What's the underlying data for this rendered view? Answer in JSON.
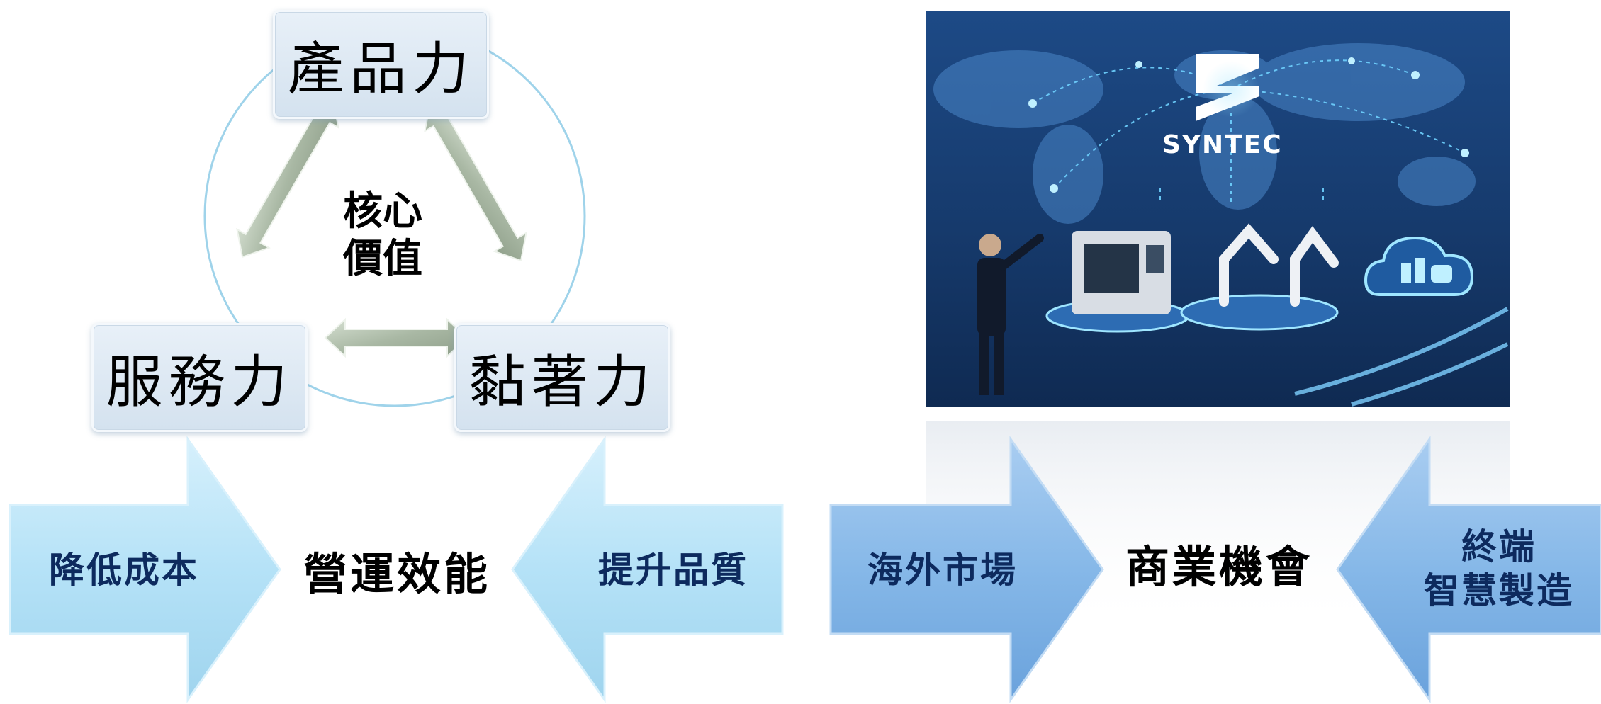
{
  "cycle": {
    "center_label": "核心\n價值",
    "top_box": "產品力",
    "left_box": "服務力",
    "right_box": "黏著力"
  },
  "efficiency": {
    "left_arrow_label": "降低成本",
    "center_label": "營運效能",
    "right_arrow_label": "提升品質"
  },
  "business": {
    "left_arrow_label": "海外市場",
    "center_label": "商業機會",
    "right_arrow_label": "終端\n智慧製造"
  },
  "photo": {
    "logo_text": "SYNTEC"
  },
  "colors": {
    "ring": "#9fd3ea",
    "box_fill": "#dde8f3",
    "double_arrow": "#a9b8a4",
    "light_arrow": "#b9e3f7",
    "blue_arrow": "#7eb2e6",
    "arrow_text": "#0d2a5e",
    "photo_bg": "#173a6b"
  }
}
